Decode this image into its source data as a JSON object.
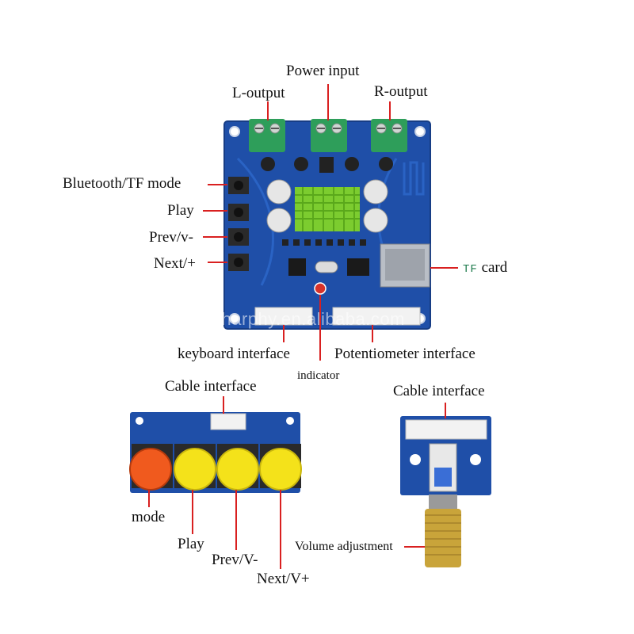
{
  "labels": {
    "power_input": "Power input",
    "l_output": "L-output",
    "r_output": "R-output",
    "bt_tf_mode": "Bluetooth/TF mode",
    "play": "Play",
    "prev_v": "Prev/v-",
    "next_plus": "Next/+",
    "tf_card_prefix": "TF",
    "tf_card_suffix": " card",
    "keyboard_interface": "keyboard interface",
    "potentiometer_interface": "Potentiometer interface",
    "indicator": "indicator",
    "cable_interface_left": "Cable interface",
    "cable_interface_right": "Cable interface",
    "mode": "mode",
    "play_btn": "Play",
    "prev_V": "Prev/V-",
    "next_V": "Next/V+",
    "volume_adjustment": "Volume adjustment"
  },
  "watermark": "sharphy.en.alibaba.com",
  "colors": {
    "pcb_blue": "#1f4fa8",
    "terminal_green": "#2e9e5a",
    "heatsink_green": "#7ccc2f",
    "button_orange": "#f05a1e",
    "button_yellow": "#f4e21a",
    "knob_gold": "#c9a43a"
  }
}
